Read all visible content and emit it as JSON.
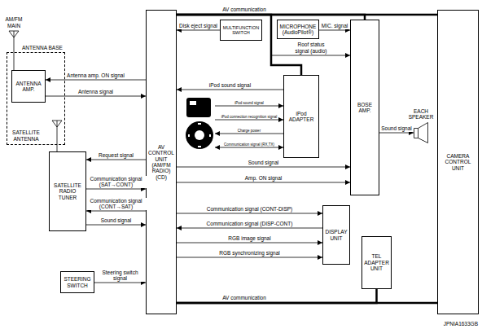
{
  "diagram": {
    "nodes": [
      {
        "text": [
          "ANTENNA BASE",
          "SATELLITE ANTENNA"
        ]
      },
      {
        "text": [
          "ANTENNA AMP."
        ],
        "in": 0
      },
      {
        "text": [
          "SATELLITE RADIO TUNER"
        ]
      },
      {
        "text": [
          "STEERING SWITCH"
        ]
      },
      {
        "text": [
          "AV CONTROL UNIT (AM/FM RADIO) (CD)"
        ]
      },
      {
        "text": [
          "MULTIFUNCTION SWITCH"
        ]
      },
      {
        "text": [
          "MICROPHONE (AudioPilot®)"
        ]
      },
      {
        "text": [
          "iPod ADAPTER"
        ]
      },
      {
        "text": [
          "DISPLAY UNIT"
        ]
      },
      {
        "text": [
          "BOSE AMP."
        ]
      },
      {
        "text": [
          "TEL ADAPTER UNIT"
        ]
      },
      {
        "text": [
          "EACH SPEAKER"
        ]
      },
      {
        "text": [
          "CAMERA CONTROL UNIT"
        ]
      }
    ],
    "edges": [
      {
        "from": 4,
        "to": 1,
        "label": "Antenna amp. ON signal",
        "arrow": "to"
      },
      {
        "from": 1,
        "to": 4,
        "label": "Antenna signal",
        "arrow": "to"
      },
      {
        "from": 0,
        "to": 2,
        "arrow": "none"
      },
      {
        "from": 4,
        "to": 2,
        "label": "Request signal",
        "arrow": "to"
      },
      {
        "from": 2,
        "to": 4,
        "label": "Communication signal (SAT→CONT)",
        "arrow": "to"
      },
      {
        "from": 4,
        "to": 2,
        "label": "Communication signal (CONT→SAT)",
        "arrow": "to"
      },
      {
        "from": 2,
        "to": 4,
        "label": "Sound signal",
        "arrow": "to"
      },
      {
        "from": 3,
        "to": 4,
        "label": "Steering switch signal",
        "arrow": "to"
      },
      {
        "from": 5,
        "to": 4,
        "label": "Disk eject signal",
        "arrow": "to"
      },
      {
        "from": 6,
        "to": 9,
        "label": "MIC. signal",
        "arrow": "to"
      },
      {
        "from": 7,
        "to": 4,
        "label": "iPod sound signal",
        "arrow": "to"
      },
      {
        "from": 4,
        "to": 9,
        "label": "Sound signal",
        "arrow": "to"
      },
      {
        "from": 4,
        "to": 9,
        "label": "Amp. ON signal",
        "arrow": "to"
      },
      {
        "from": 4,
        "to": 8,
        "label": "Communication signal (CONT-DISP)",
        "arrow": "to"
      },
      {
        "from": 8,
        "to": 4,
        "label": "Communication signal (DISP-CONT)",
        "arrow": "to"
      },
      {
        "from": 4,
        "to": 8,
        "label": "RGB image signal",
        "arrow": "to"
      },
      {
        "from": 4,
        "to": 8,
        "label": "RGB synchronizing signal",
        "arrow": "to"
      },
      {
        "from": 9,
        "to": 11,
        "label": "Sound signal",
        "arrow": "to"
      },
      {
        "from": 4,
        "to": 12,
        "label": "AV communication",
        "arrow": "none"
      },
      {
        "from": 4,
        "to": 9,
        "arrow": "none"
      },
      {
        "from": 4,
        "to": 7,
        "arrow": "none"
      },
      {
        "from": 4,
        "to": 12,
        "label": "AV communication",
        "arrow": "none"
      },
      {
        "from": 4,
        "to": 10,
        "arrow": "none"
      }
    ],
    "labels": [
      "AM/FM MAIN",
      "iPod sound signal",
      "iPod connection recognition signal",
      "Charge power",
      "Communication signal (RX,TX)",
      "Roof status signal (audio)",
      "JPNIA1633GB"
    ]
  }
}
